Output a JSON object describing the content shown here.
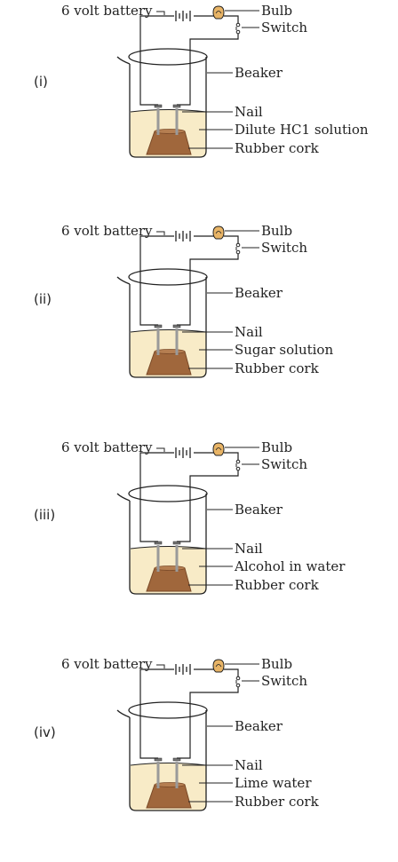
{
  "experiments": [
    {
      "roman": "(i)",
      "battery": "6 volt battery",
      "bulb": "Bulb",
      "switch": "Switch",
      "beaker": "Beaker",
      "nail": "Nail",
      "solution": "Dilute HC1 solution",
      "cork": "Rubber cork"
    },
    {
      "roman": "(ii)",
      "battery": "6 volt battery",
      "bulb": "Bulb",
      "switch": "Switch",
      "beaker": "Beaker",
      "nail": "Nail",
      "solution": "Sugar solution",
      "cork": "Rubber cork"
    },
    {
      "roman": "(iii)",
      "battery": "6 volt battery",
      "bulb": "Bulb",
      "switch": "Switch",
      "beaker": "Beaker",
      "nail": "Nail",
      "solution": "Alcohol in water",
      "cork": "Rubber cork"
    },
    {
      "roman": "(iv)",
      "battery": "6 volt battery",
      "bulb": "Bulb",
      "switch": "Switch",
      "beaker": "Beaker",
      "nail": "Nail",
      "solution": "Lime water",
      "cork": "Rubber cork"
    }
  ],
  "colors": {
    "line": "#222222",
    "solution": "#f8ebc7",
    "cork": "#a0673c",
    "cork_dark": "#7a4a28",
    "bulb": "#e8b466",
    "nail": "#9a9a9a"
  }
}
